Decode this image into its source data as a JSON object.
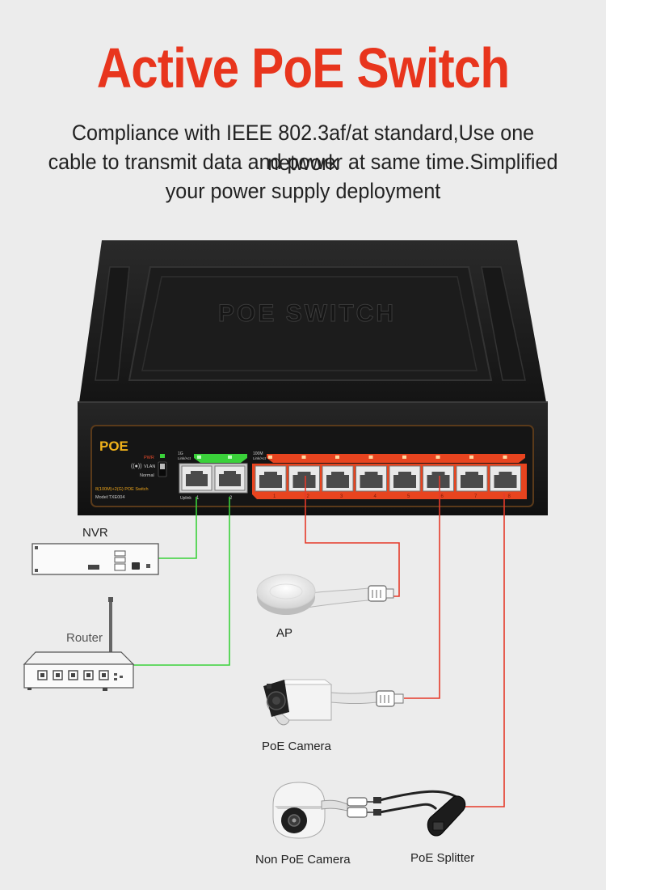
{
  "header": {
    "title": "Active PoE Switch",
    "description_lines": [
      "Compliance with IEEE 802.3af/at standard,Use one network",
      "cable to transmit data and power at same time.Simplified",
      "your power supply deployment"
    ]
  },
  "switch": {
    "top_emboss": "POE SWITCH",
    "brand": "POE",
    "pwr_label": "PWR",
    "vlan_label": "VLAN",
    "normal_label": "Normal",
    "spec_line": "8(100M)+2(G) POE Switch",
    "model": "Model:TXE004",
    "uplink_speed": "1G",
    "downlink_speed": "100M",
    "link_act": "Link/Act",
    "uplink_label": "Uplink",
    "uplink_port_numbers": [
      "1",
      "2"
    ],
    "poe_port_numbers": [
      "1",
      "2",
      "3",
      "4",
      "5",
      "6",
      "7",
      "8"
    ]
  },
  "devices": {
    "nvr": "NVR",
    "router": "Router",
    "ap": "AP",
    "poe_camera": "PoE Camera",
    "non_poe_camera": "Non PoE Camera",
    "poe_splitter": "PoE Splitter"
  },
  "colors": {
    "title_red": "#e8351d",
    "uplink_green": "#3ad13a",
    "poe_red": "#e53a2a",
    "panel_orange": "#e8441f",
    "switch_body": "#1f1f1f"
  }
}
